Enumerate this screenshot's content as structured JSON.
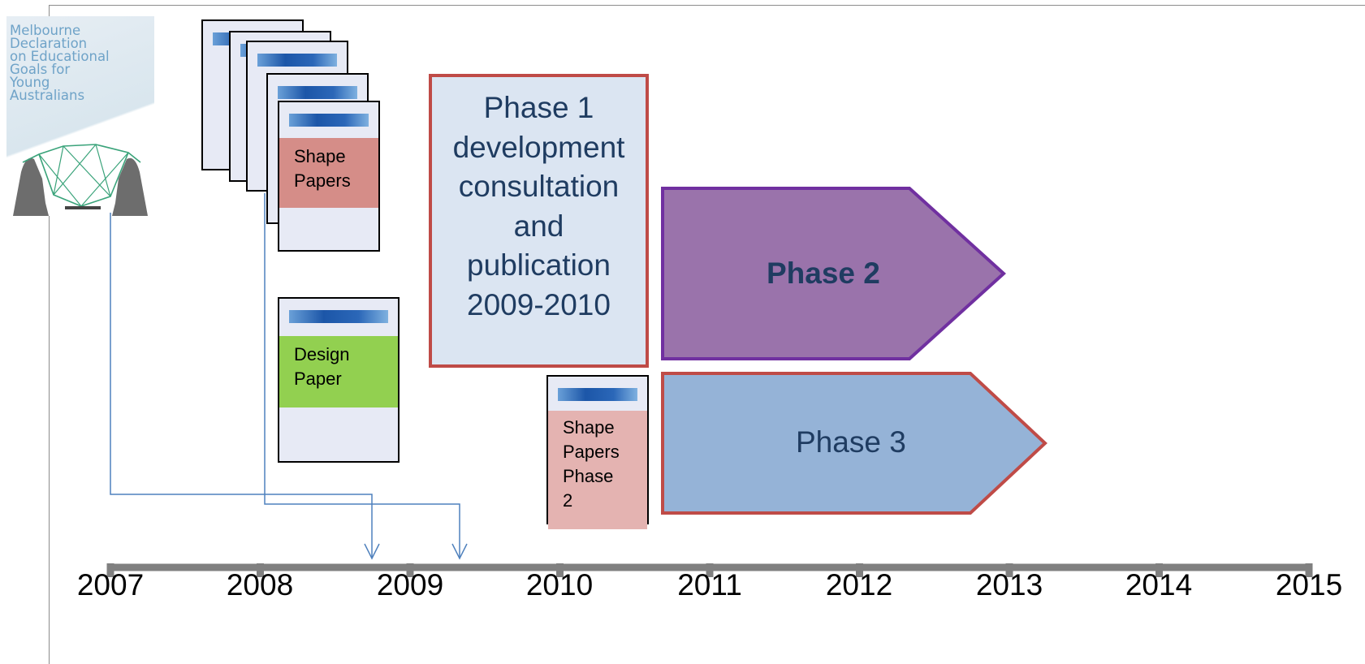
{
  "cover": {
    "title_lines": [
      "Melbourne",
      "Declaration",
      "on Educational",
      "Goals for",
      "Young",
      "Australians"
    ],
    "icon": "hands-holding-network-icon"
  },
  "shape_papers": {
    "label_line1": "Shape",
    "label_line2": "Papers",
    "color": "#d58d88"
  },
  "design_paper": {
    "label_line1": "Design",
    "label_line2": "Paper",
    "color": "#92d050"
  },
  "shape_papers_phase2": {
    "lines": [
      "Shape",
      "Papers",
      "Phase",
      "2"
    ],
    "color": "#e4b3b1"
  },
  "phase1": {
    "text": "Phase  1\ndevelopment\nconsultation\nand\n publication\n2009-2010",
    "fill": "#dbe5f2",
    "border": "#bf4b47"
  },
  "phase2": {
    "label": "Phase 2",
    "fill": "#9a73ab",
    "border": "#7030a0"
  },
  "phase3": {
    "label": "Phase 3",
    "fill": "#95b3d7",
    "border": "#bf4b47"
  },
  "timeline": {
    "years": [
      "2007",
      "2008",
      "2009",
      "2010",
      "2011",
      "2012",
      "2013",
      "2014",
      "2015"
    ],
    "axis_color": "#808080",
    "connector_color": "#4f81bd"
  }
}
